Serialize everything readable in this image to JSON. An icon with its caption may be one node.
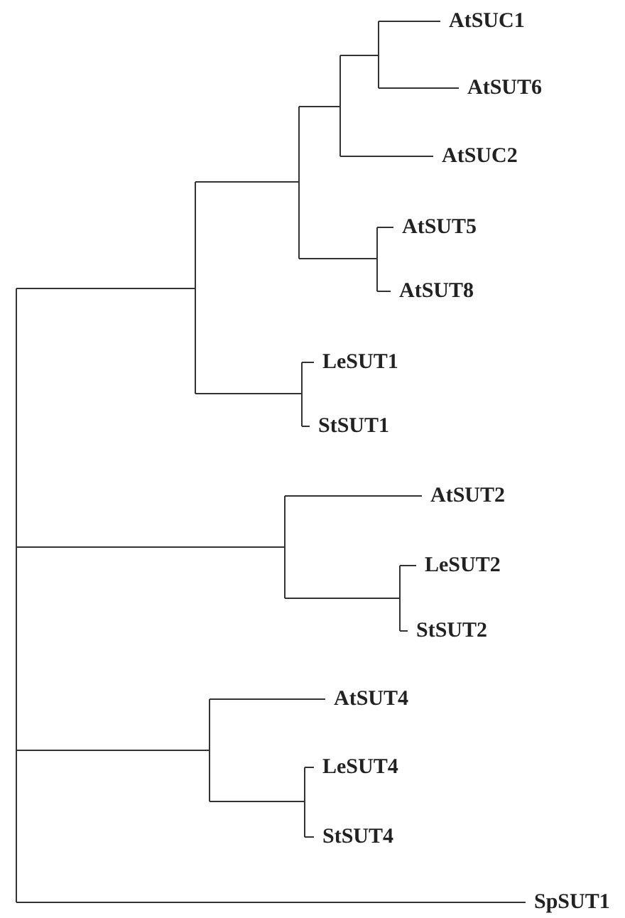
{
  "diagram": {
    "nodes": [
      {
        "text": [],
        "shape": "bar"
      },
      {
        "text": [],
        "shape": "bar"
      },
      {
        "text": [],
        "shape": "bar"
      },
      {
        "text": [],
        "shape": "bar"
      },
      {
        "text": [],
        "shape": "bar"
      },
      {
        "text": [
          "AtSUC1"
        ]
      },
      {
        "text": [
          "AtSUT6"
        ]
      },
      {
        "text": [
          "AtSUC2"
        ]
      },
      {
        "text": [],
        "shape": "bar"
      },
      {
        "text": [
          "AtSUT5"
        ]
      },
      {
        "text": [
          "AtSUT8"
        ]
      },
      {
        "text": [],
        "shape": "bar"
      },
      {
        "text": [
          "LeSUT1"
        ]
      },
      {
        "text": [
          "StSUT1"
        ]
      },
      {
        "text": [],
        "shape": "bar"
      },
      {
        "text": [
          "AtSUT2"
        ]
      },
      {
        "text": [],
        "shape": "bar"
      },
      {
        "text": [
          "LeSUT2"
        ]
      },
      {
        "text": [
          "StSUT2"
        ]
      },
      {
        "text": [],
        "shape": "bar"
      },
      {
        "text": [
          "AtSUT4"
        ]
      },
      {
        "text": [],
        "shape": "bar"
      },
      {
        "text": [
          "LeSUT4"
        ]
      },
      {
        "text": [
          "StSUT4"
        ]
      },
      {
        "text": [
          "SpSUT1"
        ]
      }
    ],
    "edges": [
      {
        "from": 0,
        "to": 1,
        "arrow": "none"
      },
      {
        "from": 1,
        "to": 2,
        "arrow": "none"
      },
      {
        "from": 2,
        "to": 3,
        "arrow": "none"
      },
      {
        "from": 3,
        "to": 4,
        "arrow": "none"
      },
      {
        "from": 4,
        "to": 5,
        "arrow": "none"
      },
      {
        "from": 4,
        "to": 6,
        "arrow": "none"
      },
      {
        "from": 3,
        "to": 7,
        "arrow": "none"
      },
      {
        "from": 2,
        "to": 8,
        "arrow": "none"
      },
      {
        "from": 8,
        "to": 9,
        "arrow": "none"
      },
      {
        "from": 8,
        "to": 10,
        "arrow": "none"
      },
      {
        "from": 1,
        "to": 11,
        "arrow": "none"
      },
      {
        "from": 11,
        "to": 12,
        "arrow": "none"
      },
      {
        "from": 11,
        "to": 13,
        "arrow": "none"
      },
      {
        "from": 0,
        "to": 14,
        "arrow": "none"
      },
      {
        "from": 14,
        "to": 15,
        "arrow": "none"
      },
      {
        "from": 14,
        "to": 16,
        "arrow": "none"
      },
      {
        "from": 16,
        "to": 17,
        "arrow": "none"
      },
      {
        "from": 16,
        "to": 18,
        "arrow": "none"
      },
      {
        "from": 0,
        "to": 19,
        "arrow": "none"
      },
      {
        "from": 19,
        "to": 20,
        "arrow": "none"
      },
      {
        "from": 19,
        "to": 21,
        "arrow": "none"
      },
      {
        "from": 21,
        "to": 22,
        "arrow": "none"
      },
      {
        "from": 21,
        "to": 23,
        "arrow": "none"
      },
      {
        "from": 0,
        "to": 24,
        "arrow": "none"
      }
    ]
  }
}
